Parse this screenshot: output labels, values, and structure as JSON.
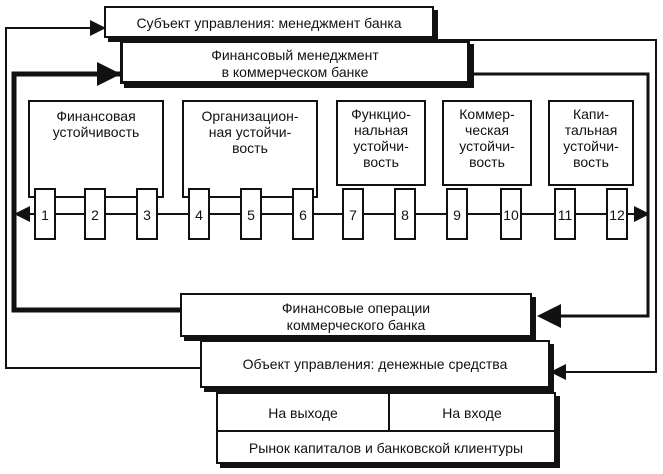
{
  "subject": "Субъект управления: менеджмент банка",
  "fin_management": "Финансовый менеджмент\nв коммерческом банке",
  "categories": [
    "Финансовая\nустойчивость",
    "Организацион-\nная устойчи-\nвость",
    "Функцио-\nнальная\nустойчи-\nвость",
    "Коммер-\nческая\nустойчи-\nвость",
    "Капи-\nтальная\nустойчи-\nвость"
  ],
  "numbers": [
    "1",
    "2",
    "3",
    "4",
    "5",
    "6",
    "7",
    "8",
    "9",
    "10",
    "11",
    "12"
  ],
  "fin_operations": "Финансовые операции\nкоммерческого банка",
  "object": "Объект управления: денежные средства",
  "output": "На выходе",
  "input": "На входе",
  "market": "Рынок капиталов и банковской клиентуры"
}
